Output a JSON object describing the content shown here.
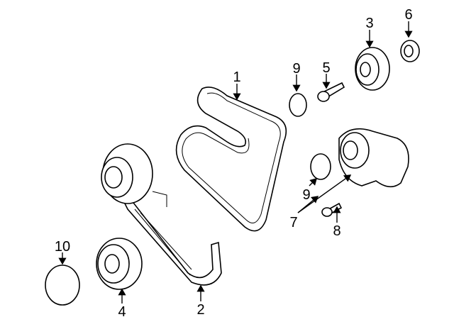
{
  "callouts": [
    {
      "id": "1",
      "text": "1"
    },
    {
      "id": "2",
      "text": "2"
    },
    {
      "id": "3",
      "text": "3"
    },
    {
      "id": "4",
      "text": "4"
    },
    {
      "id": "5",
      "text": "5"
    },
    {
      "id": "6",
      "text": "6"
    },
    {
      "id": "7",
      "text": "7"
    },
    {
      "id": "8",
      "text": "8"
    },
    {
      "id": "9a",
      "text": "9"
    },
    {
      "id": "9b",
      "text": "9"
    },
    {
      "id": "10",
      "text": "10"
    }
  ]
}
